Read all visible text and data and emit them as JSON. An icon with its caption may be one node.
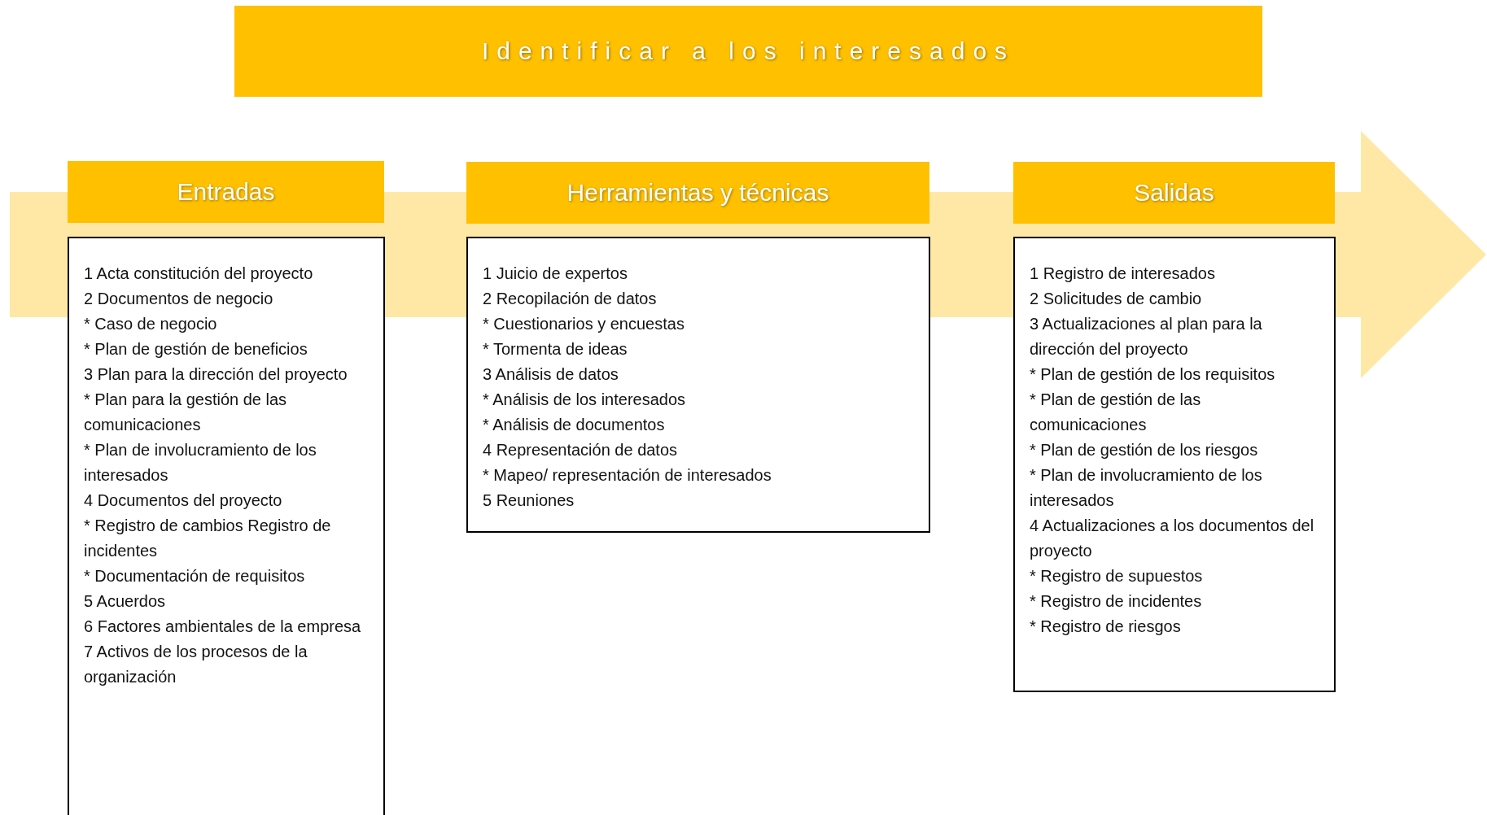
{
  "diagram": {
    "title": "Identificar a los interesados",
    "nodes": [
      {
        "text": [
          "Entradas"
        ]
      },
      {
        "text": [
          "1 Acta constitución del proyecto",
          "2 Documentos de negocio",
          "* Caso de negocio",
          "* Plan de gestión de beneficios",
          "3 Plan para la dirección del proyecto",
          "* Plan para la gestión de las comunicaciones",
          "* Plan de involucramiento de los interesados",
          "4 Documentos del proyecto",
          "* Registro de cambios Registro de incidentes",
          "* Documentación de requisitos",
          "5 Acuerdos",
          "6 Factores ambientales de la empresa",
          "7 Activos de los procesos de la organización"
        ]
      },
      {
        "text": [
          "Herramientas y técnicas"
        ]
      },
      {
        "text": [
          "1 Juicio de expertos",
          "2 Recopilación de datos",
          "* Cuestionarios y encuestas",
          "* Tormenta de ideas",
          "3 Análisis de datos",
          "* Análisis de los interesados",
          "* Análisis de documentos",
          "4 Representación de datos",
          "* Mapeo/ representación de interesados",
          "5 Reuniones"
        ]
      },
      {
        "text": [
          "Salidas"
        ]
      },
      {
        "text": [
          "1 Registro de interesados",
          "2 Solicitudes de cambio",
          "3 Actualizaciones al plan para la dirección del proyecto",
          "* Plan de gestión de los requisitos",
          "* Plan de gestión de las comunicaciones",
          "* Plan de gestión de los riesgos",
          "* Plan de involucramiento de los interesados",
          "4 Actualizaciones a los documentos del proyecto",
          "* Registro de supuestos",
          "* Registro de incidentes",
          "* Registro de riesgos"
        ]
      }
    ],
    "edges": [
      {
        "from": 0,
        "to": 4,
        "arrow": "to",
        "style": "thick",
        "color": "#ffe8a6"
      }
    ]
  }
}
